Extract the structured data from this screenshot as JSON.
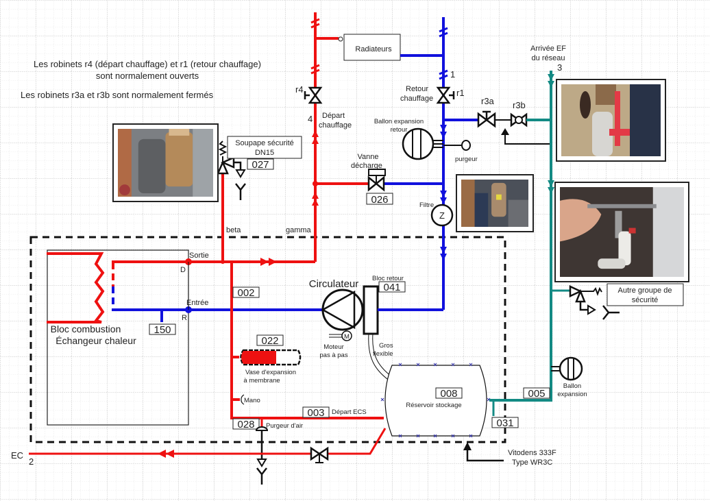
{
  "colors": {
    "hot": "#ee1111",
    "cold": "#1111dd",
    "water_supply": "#138a84",
    "line": "#111111",
    "grid": "#cfcfcf"
  },
  "notes": {
    "line1": "Les robinets r4 (départ chauffage) et r1 (retour chauffage)",
    "line2": "sont normalement ouverts",
    "line3": "Les  robinets r3a et r3b sont normalement fermés"
  },
  "radiateurs": "Radiateurs",
  "valves": {
    "r4": "r4",
    "r1": "r1",
    "r3a": "r3a",
    "r3b": "r3b"
  },
  "markers": {
    "m1": "1",
    "m2": "2",
    "m3": "3",
    "m4": "4"
  },
  "labels": {
    "depart_chauffage_1": "Départ",
    "depart_chauffage_2": "chauffage",
    "retour_chauffage_1": "Retour",
    "retour_chauffage_2": "chauffage",
    "ballon_retour_1": "Ballon expansion",
    "ballon_retour_2": "retour",
    "purgeur": "purgeur",
    "vanne_decharge_1": "Vanne",
    "vanne_decharge_2": "décharge",
    "filtre": "Filtre",
    "arrivee_ef_1": "Arrivée EF",
    "arrivee_ef_2": "du réseau",
    "soupape_1": "Soupape sécurité",
    "soupape_2": "DN15",
    "beta": "beta",
    "gamma": "gamma",
    "sortie": "Sortie",
    "entree": "Entrée",
    "d": "D",
    "r": "R",
    "bloc_combustion_1": "Bloc combustion",
    "bloc_combustion_2": "Échangeur chaleur",
    "circulateur": "Circulateur",
    "bloc_retour": "Bloc retour",
    "moteur_1": "Moteur",
    "moteur_2": "pas à pas",
    "gros_flexible_1": "Gros",
    "gros_flexible_2": "flexible",
    "vase_1": "Vase d'expansion",
    "vase_2": "à membrane",
    "mano": "Mano",
    "depart_ecs": "Départ ECS",
    "purgeur_air": "Purgeur d'air",
    "reservoir": "Réservoir stockage",
    "autre_groupe_1": "Autre groupe de",
    "autre_groupe_2": "sécurité",
    "ballon_expansion_1": "Ballon",
    "ballon_expansion_2": "expansion",
    "vitodens_1": "Vitodens 333F",
    "vitodens_2": "Type WR3C",
    "ec": "EC",
    "motor_m": "M",
    "filter_z": "Z"
  },
  "part_numbers": {
    "p027": "027",
    "p026": "026",
    "p041": "041",
    "p002": "002",
    "p150": "150",
    "p022": "022",
    "p003": "003",
    "p028": "028",
    "p008": "008",
    "p005": "005",
    "p031": "031"
  },
  "photos": [
    {
      "name": "photo-soupape",
      "subject": "soupape de sécurité"
    },
    {
      "name": "photo-filtre",
      "subject": "filtre"
    },
    {
      "name": "photo-arrivee-ef",
      "subject": "robinet arrivée EF"
    },
    {
      "name": "photo-groupe-securite",
      "subject": "autre groupe de sécurité"
    }
  ]
}
